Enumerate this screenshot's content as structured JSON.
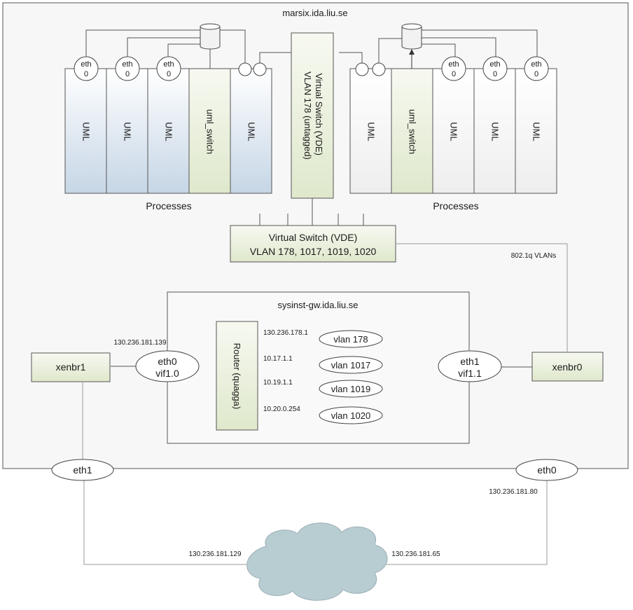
{
  "host": {
    "name": "marsix.ida.liu.se",
    "left_processes_label": "Processes",
    "right_processes_label": "Processes",
    "left_procs": [
      {
        "label": "UML",
        "eth": "eth\n0"
      },
      {
        "label": "UML",
        "eth": "eth\n0"
      },
      {
        "label": "UML",
        "eth": "eth\n0"
      },
      {
        "label": "uml_switch",
        "eth": ""
      },
      {
        "label": "UML",
        "eth": ""
      }
    ],
    "right_procs": [
      {
        "label": "UML",
        "eth": ""
      },
      {
        "label": "uml_switch",
        "eth": ""
      },
      {
        "label": "UML",
        "eth": "eth\n0"
      },
      {
        "label": "UML",
        "eth": "eth\n0"
      },
      {
        "label": "UML",
        "eth": "eth\n0"
      }
    ],
    "vde_untagged": {
      "line1": "Virtual Switch (VDE)",
      "line2": "VLAN 178 (untagged)"
    },
    "vde_trunk": {
      "line1": "Virtual Switch (VDE)",
      "line2": "VLAN 178, 1017, 1019, 1020"
    },
    "trunk_label": "802.1q VLANs"
  },
  "gateway": {
    "name": "sysinst-gw.ida.liu.se",
    "router_label": "Router (quagga)",
    "eth0": {
      "line1": "eth0",
      "line2": "vif1.0",
      "ip": "130.236.181.139"
    },
    "eth1": {
      "line1": "eth1",
      "line2": "vif1.1"
    },
    "vlans": [
      {
        "label": "vlan 178",
        "ip": "130.236.178.1"
      },
      {
        "label": "vlan 1017",
        "ip": "10.17.1.1"
      },
      {
        "label": "vlan 1019",
        "ip": "10.19.1.1"
      },
      {
        "label": "vlan 1020",
        "ip": "10.20.0.254"
      }
    ]
  },
  "bridges": {
    "left": "xenbr1",
    "right": "xenbr0"
  },
  "physical": {
    "eth1": {
      "label": "eth1"
    },
    "eth0": {
      "label": "eth0",
      "ip": "130.236.181.80"
    }
  },
  "cloud": {
    "left_ip": "130.236.181.129",
    "right_ip": "130.236.181.65"
  },
  "colors": {
    "outline": "#555555",
    "box_fill": "#f7f7f7",
    "green": "#eaf0dc",
    "blue_top": "#ffffff",
    "blue_bottom": "#c6d6e6",
    "cloud": "#b8cdd2",
    "line": "#707070"
  }
}
